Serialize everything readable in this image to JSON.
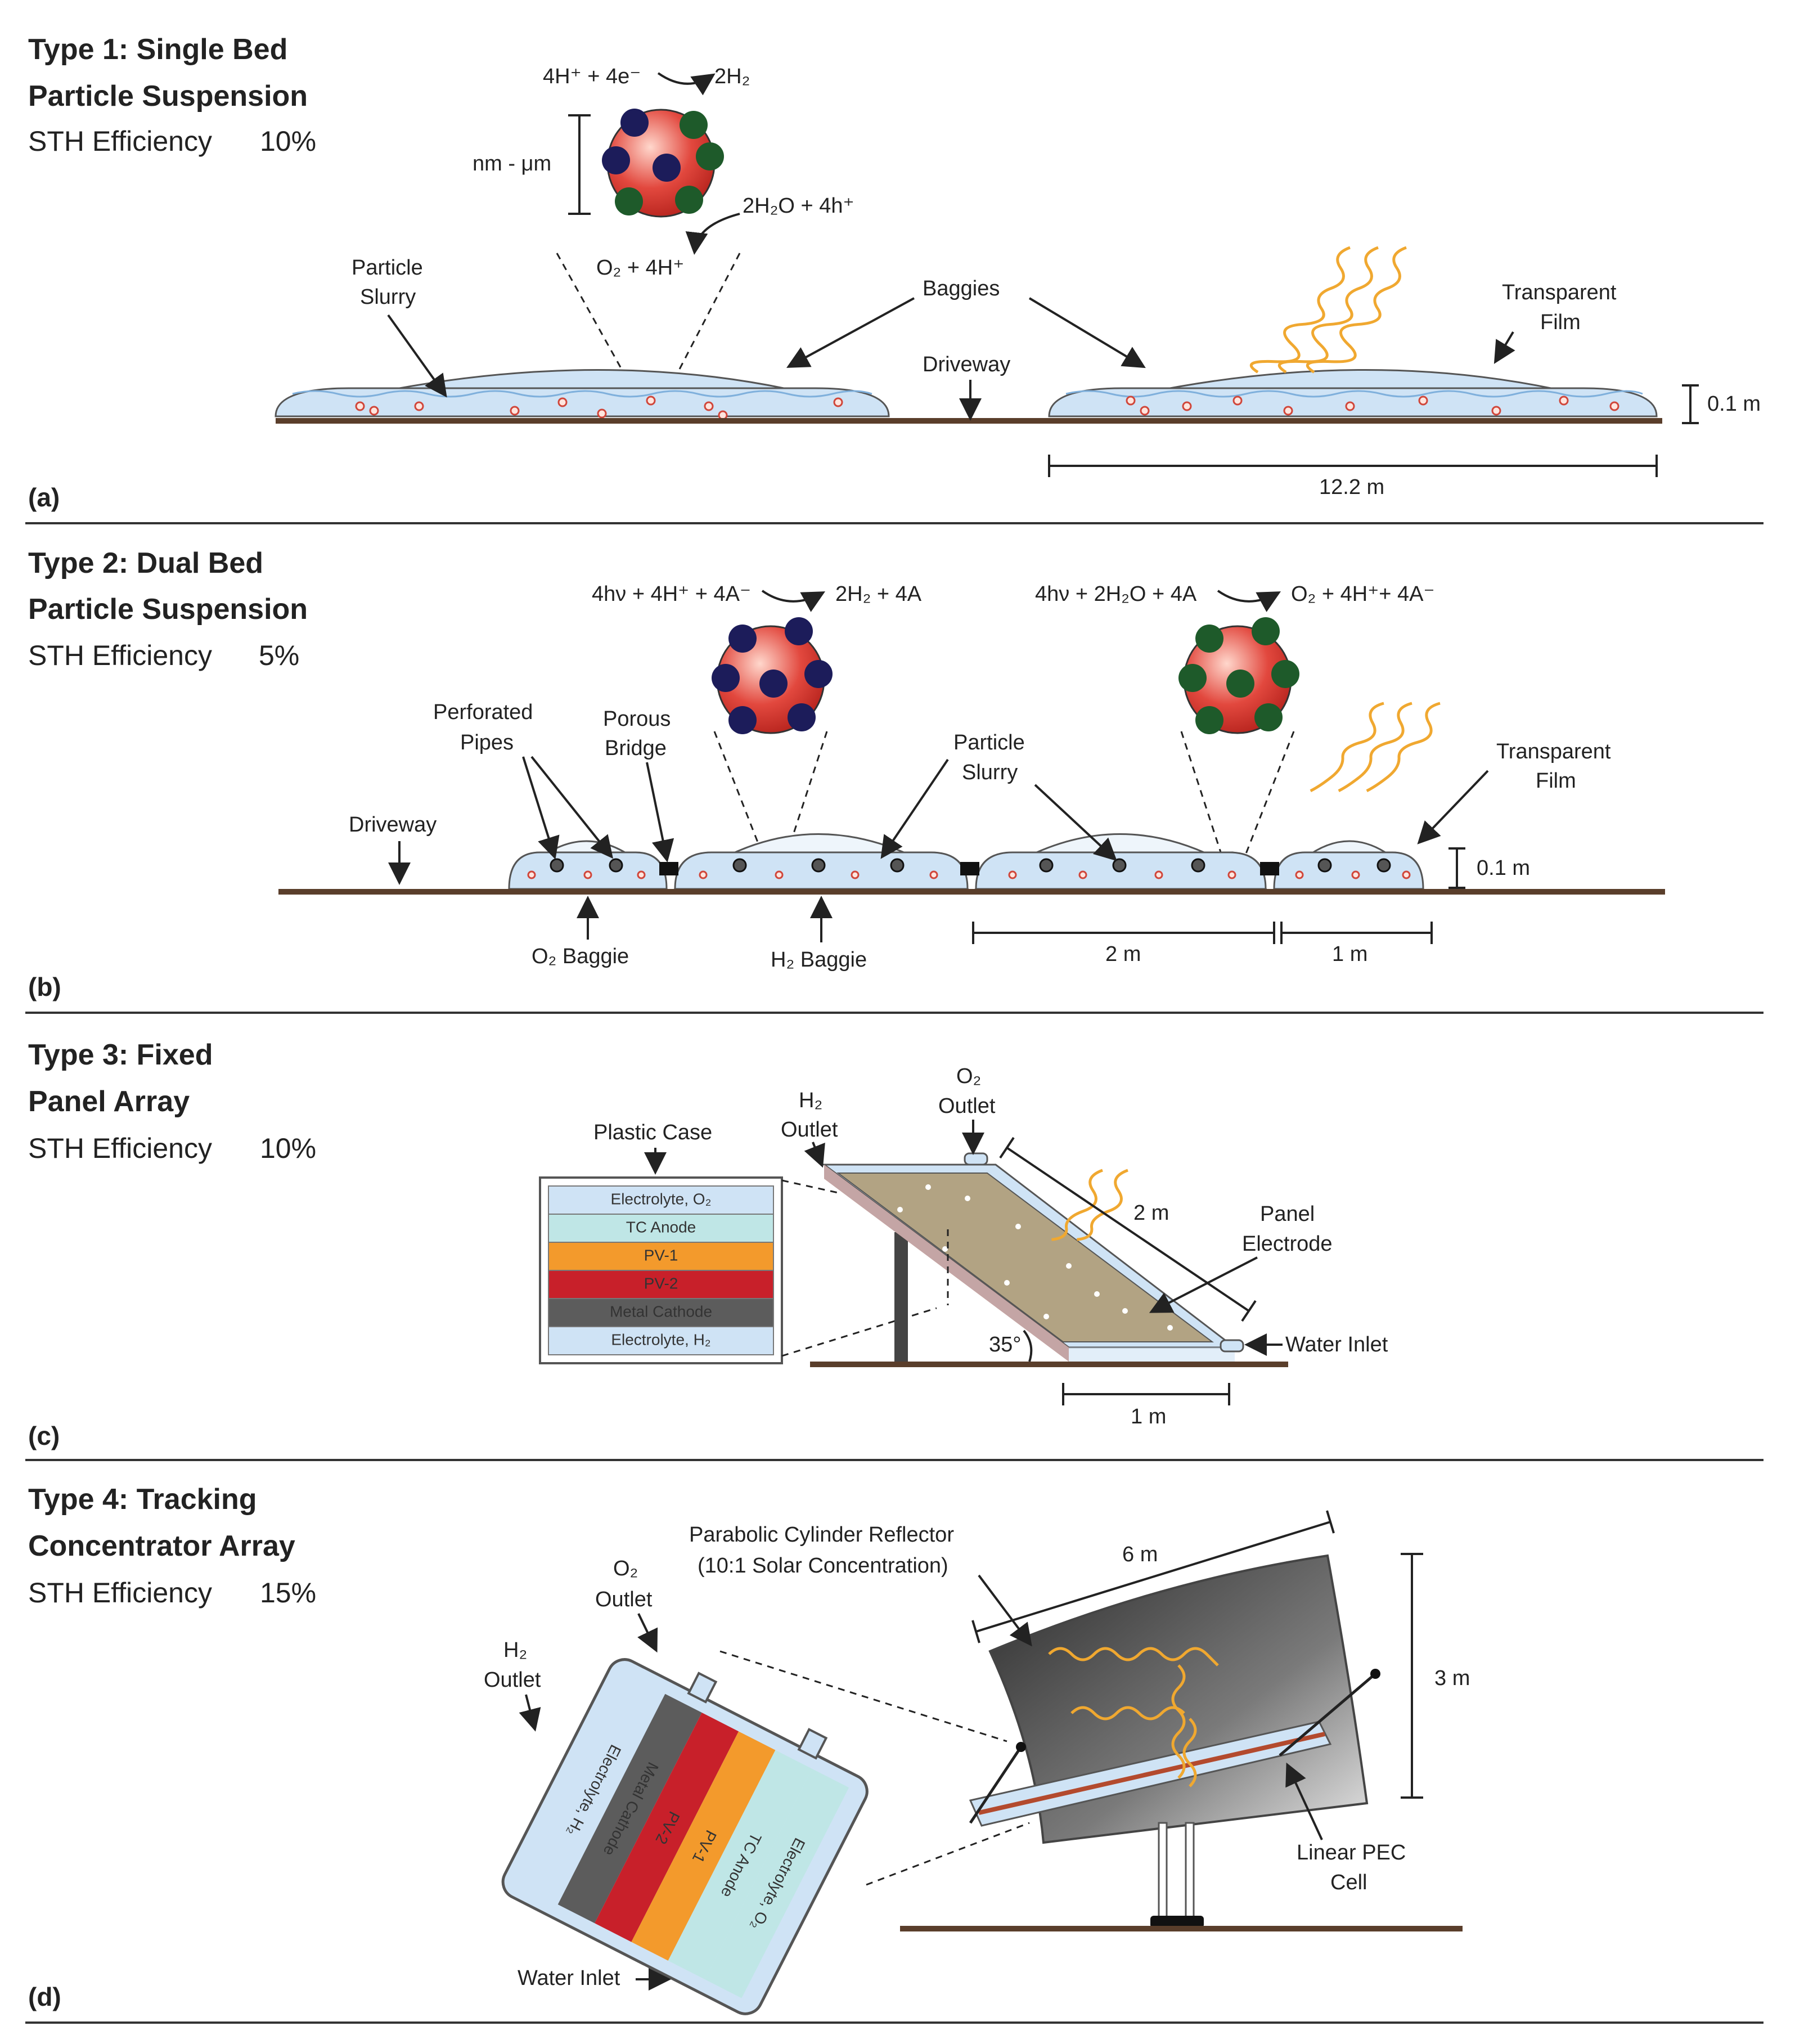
{
  "panels": [
    {
      "id": "a",
      "title_line1": "Type 1: Single Bed",
      "title_line2": "Particle Suspension",
      "efficiency_label": "STH Efficiency",
      "efficiency_value": "10%",
      "panel_label": "(a)",
      "reaction_top": "4H⁺ + 4e⁻",
      "product_top": "2H₂",
      "reaction_bottom": "2H₂O + 4h⁺",
      "product_bottom": "O₂ + 4H⁺",
      "size_label": "nm - μm",
      "labels": {
        "particle_slurry": [
          "Particle",
          "Slurry"
        ],
        "baggies": "Baggies",
        "driveway": "Driveway",
        "transparent_film": [
          "Transparent",
          "Film"
        ],
        "height": "0.1 m",
        "width": "12.2 m"
      }
    },
    {
      "id": "b",
      "title_line1": "Type 2: Dual Bed",
      "title_line2": "Particle Suspension",
      "efficiency_label": "STH Efficiency",
      "efficiency_value": "5%",
      "panel_label": "(b)",
      "reaction_left": "4hν + 4H⁺ + 4A⁻",
      "product_left": "2H₂ + 4A",
      "reaction_right": "4hν + 2H₂O + 4A",
      "product_right": "O₂ + 4H⁺+ 4A⁻",
      "labels": {
        "perforated_pipes": [
          "Perforated",
          "Pipes"
        ],
        "porous_bridge": [
          "Porous",
          "Bridge"
        ],
        "particle_slurry": [
          "Particle",
          "Slurry"
        ],
        "transparent_film": [
          "Transparent",
          "Film"
        ],
        "driveway": "Driveway",
        "o2_baggie": "O₂ Baggie",
        "h2_baggie": "H₂ Baggie",
        "height": "0.1 m",
        "width_2": "2 m",
        "width_1": "1 m"
      }
    },
    {
      "id": "c",
      "title_line1": "Type 3: Fixed",
      "title_line2": "Panel Array",
      "efficiency_label": "STH Efficiency",
      "efficiency_value": "10%",
      "panel_label": "(c)",
      "labels": {
        "plastic_case": "Plastic Case",
        "h2_outlet": [
          "H₂",
          "Outlet"
        ],
        "o2_outlet": [
          "O₂",
          "Outlet"
        ],
        "length": "2 m",
        "panel_electrode": [
          "Panel",
          "Electrode"
        ],
        "water_inlet": "Water Inlet",
        "angle": "35°",
        "width": "1 m"
      },
      "layers": [
        {
          "name": "Electrolyte, O₂",
          "color": "#cfe3f5",
          "text_color": "#333333"
        },
        {
          "name": "TC Anode",
          "color": "#bfe6e6",
          "text_color": "#333333"
        },
        {
          "name": "PV-1",
          "color": "#f39a2c",
          "text_color": "#ffffff"
        },
        {
          "name": "PV-2",
          "color": "#c8202a",
          "text_color": "#ffffff"
        },
        {
          "name": "Metal Cathode",
          "color": "#5c5c5c",
          "text_color": "#ffffff"
        },
        {
          "name": "Electrolyte, H₂",
          "color": "#cfe3f5",
          "text_color": "#333333"
        }
      ]
    },
    {
      "id": "d",
      "title_line1": "Type 4: Tracking",
      "title_line2": "Concentrator Array",
      "efficiency_label": "STH Efficiency",
      "efficiency_value": "15%",
      "panel_label": "(d)",
      "labels": {
        "reflector": [
          "Parabolic Cylinder Reflector",
          "(10:1 Solar Concentration)"
        ],
        "length": "6 m",
        "height": "3 m",
        "o2_outlet": [
          "O₂",
          "Outlet"
        ],
        "h2_outlet": [
          "H₂",
          "Outlet"
        ],
        "water_inlet": "Water Inlet",
        "linear_pec": [
          "Linear PEC",
          "Cell"
        ]
      },
      "layers": [
        {
          "name": "Electrolyte, O₂",
          "color": "#bfe6e6",
          "text_color": "#333333"
        },
        {
          "name": "TC Anode",
          "color": "#bfe6e6",
          "text_color": "#333333"
        },
        {
          "name": "PV-1",
          "color": "#f39a2c",
          "text_color": "#ffffff"
        },
        {
          "name": "PV-2",
          "color": "#c8202a",
          "text_color": "#ffffff"
        },
        {
          "name": "Metal Cathode",
          "color": "#5c5c5c",
          "text_color": "#ffffff"
        },
        {
          "name": "Electrolyte, H₂",
          "color": "#cfe3f5",
          "text_color": "#333333"
        }
      ]
    }
  ],
  "colors": {
    "particle_red": "#e2483e",
    "particle_navy": "#1c1c5a",
    "particle_green": "#1e5a2a",
    "water": "#cfe3f5",
    "ground": "#5a3e2b",
    "light": "#f0a830"
  }
}
